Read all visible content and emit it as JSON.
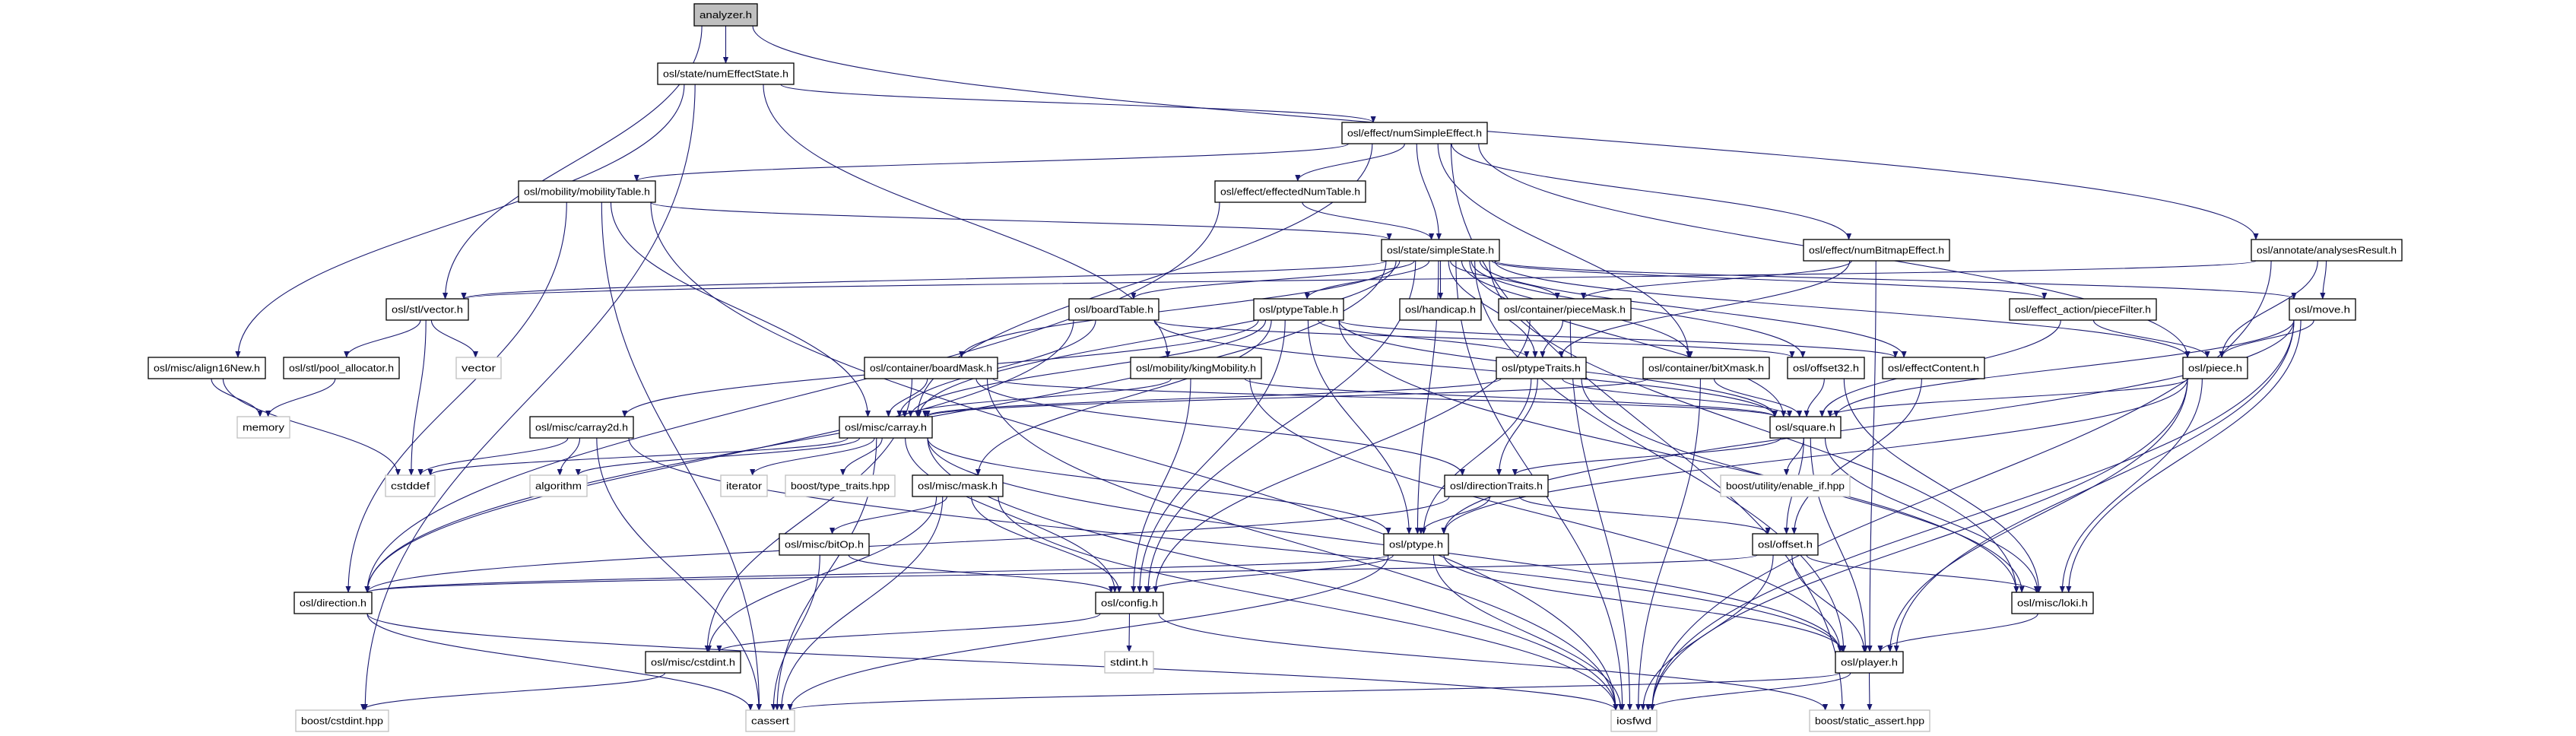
{
  "colors": {
    "edge": "#191970",
    "root_fill": "#bfbfbf",
    "node_fill": "#ffffff",
    "node_border": "#000000",
    "external_border": "#bfbfbf"
  },
  "nodes": [
    {
      "id": "analyzer",
      "label": "analyzer.h",
      "kind": "root"
    },
    {
      "id": "numEffectState",
      "label": "osl/state/numEffectState.h",
      "kind": "file"
    },
    {
      "id": "numSimpleEffect",
      "label": "osl/effect/numSimpleEffect.h",
      "kind": "file"
    },
    {
      "id": "mobilityTable",
      "label": "osl/mobility/mobilityTable.h",
      "kind": "file"
    },
    {
      "id": "effectedNumTable",
      "label": "osl/effect/effectedNumTable.h",
      "kind": "file"
    },
    {
      "id": "simpleState",
      "label": "osl/state/simpleState.h",
      "kind": "file"
    },
    {
      "id": "numBitmapEffect",
      "label": "osl/effect/numBitmapEffect.h",
      "kind": "file"
    },
    {
      "id": "analysesResult",
      "label": "osl/annotate/analysesResult.h",
      "kind": "file"
    },
    {
      "id": "vector_h",
      "label": "osl/stl/vector.h",
      "kind": "file"
    },
    {
      "id": "boardTable",
      "label": "osl/boardTable.h",
      "kind": "file"
    },
    {
      "id": "ptypeTable",
      "label": "osl/ptypeTable.h",
      "kind": "file"
    },
    {
      "id": "handicap",
      "label": "osl/handicap.h",
      "kind": "file"
    },
    {
      "id": "pieceMask",
      "label": "osl/container/pieceMask.h",
      "kind": "file"
    },
    {
      "id": "pieceFilter",
      "label": "osl/effect_action/pieceFilter.h",
      "kind": "file"
    },
    {
      "id": "move",
      "label": "osl/move.h",
      "kind": "file"
    },
    {
      "id": "align16New",
      "label": "osl/misc/align16New.h",
      "kind": "file"
    },
    {
      "id": "pool_allocator",
      "label": "osl/stl/pool_allocator.h",
      "kind": "file"
    },
    {
      "id": "vector",
      "label": "vector",
      "kind": "external"
    },
    {
      "id": "boardMask",
      "label": "osl/container/boardMask.h",
      "kind": "file"
    },
    {
      "id": "kingMobility",
      "label": "osl/mobility/kingMobility.h",
      "kind": "file"
    },
    {
      "id": "ptypeTraits",
      "label": "osl/ptypeTraits.h",
      "kind": "file"
    },
    {
      "id": "bitXmask",
      "label": "osl/container/bitXmask.h",
      "kind": "file"
    },
    {
      "id": "offset32",
      "label": "osl/offset32.h",
      "kind": "file"
    },
    {
      "id": "effectContent",
      "label": "osl/effectContent.h",
      "kind": "file"
    },
    {
      "id": "piece",
      "label": "osl/piece.h",
      "kind": "file"
    },
    {
      "id": "memory",
      "label": "memory",
      "kind": "external"
    },
    {
      "id": "carray2d",
      "label": "osl/misc/carray2d.h",
      "kind": "file"
    },
    {
      "id": "carray",
      "label": "osl/misc/carray.h",
      "kind": "file"
    },
    {
      "id": "square",
      "label": "osl/square.h",
      "kind": "file"
    },
    {
      "id": "cstddef",
      "label": "cstddef",
      "kind": "external"
    },
    {
      "id": "algorithm",
      "label": "algorithm",
      "kind": "external"
    },
    {
      "id": "iterator",
      "label": "iterator",
      "kind": "external"
    },
    {
      "id": "type_traits",
      "label": "boost/type_traits.hpp",
      "kind": "external"
    },
    {
      "id": "mask",
      "label": "osl/misc/mask.h",
      "kind": "file"
    },
    {
      "id": "directionTraits",
      "label": "osl/directionTraits.h",
      "kind": "file"
    },
    {
      "id": "enable_if",
      "label": "boost/utility/enable_if.hpp",
      "kind": "external"
    },
    {
      "id": "bitOp",
      "label": "osl/misc/bitOp.h",
      "kind": "file"
    },
    {
      "id": "ptype",
      "label": "osl/ptype.h",
      "kind": "file"
    },
    {
      "id": "offset",
      "label": "osl/offset.h",
      "kind": "file"
    },
    {
      "id": "direction",
      "label": "osl/direction.h",
      "kind": "file"
    },
    {
      "id": "config",
      "label": "osl/config.h",
      "kind": "file"
    },
    {
      "id": "loki",
      "label": "osl/misc/loki.h",
      "kind": "file"
    },
    {
      "id": "misc_cstdint",
      "label": "osl/misc/cstdint.h",
      "kind": "file"
    },
    {
      "id": "stdint",
      "label": "stdint.h",
      "kind": "external"
    },
    {
      "id": "player",
      "label": "osl/player.h",
      "kind": "file"
    },
    {
      "id": "boost_cstdint",
      "label": "boost/cstdint.hpp",
      "kind": "external"
    },
    {
      "id": "cassert",
      "label": "cassert",
      "kind": "external"
    },
    {
      "id": "iosfwd",
      "label": "iosfwd",
      "kind": "external"
    },
    {
      "id": "static_assert",
      "label": "boost/static_assert.hpp",
      "kind": "external"
    }
  ],
  "edges": [
    [
      "analyzer",
      "numEffectState"
    ],
    [
      "analyzer",
      "vector_h"
    ],
    [
      "analyzer",
      "analysesResult"
    ],
    [
      "numEffectState",
      "numSimpleEffect"
    ],
    [
      "numEffectState",
      "align16New"
    ],
    [
      "numEffectState",
      "boost_cstdint"
    ],
    [
      "numEffectState",
      "kingMobility"
    ],
    [
      "numSimpleEffect",
      "mobilityTable"
    ],
    [
      "numSimpleEffect",
      "effectedNumTable"
    ],
    [
      "numSimpleEffect",
      "simpleState"
    ],
    [
      "numSimpleEffect",
      "numBitmapEffect"
    ],
    [
      "numSimpleEffect",
      "carray"
    ],
    [
      "numSimpleEffect",
      "bitXmask"
    ],
    [
      "numSimpleEffect",
      "piece"
    ],
    [
      "numSimpleEffect",
      "static_assert"
    ],
    [
      "mobilityTable",
      "simpleState"
    ],
    [
      "mobilityTable",
      "direction"
    ],
    [
      "mobilityTable",
      "carray"
    ],
    [
      "mobilityTable",
      "cassert"
    ],
    [
      "mobilityTable",
      "iosfwd"
    ],
    [
      "effectedNumTable",
      "simpleState"
    ],
    [
      "effectedNumTable",
      "direction"
    ],
    [
      "simpleState",
      "boardTable"
    ],
    [
      "simpleState",
      "ptypeTable"
    ],
    [
      "simpleState",
      "handicap"
    ],
    [
      "simpleState",
      "pieceMask"
    ],
    [
      "simpleState",
      "boardMask"
    ],
    [
      "simpleState",
      "ptypeTraits"
    ],
    [
      "simpleState",
      "bitXmask"
    ],
    [
      "simpleState",
      "effectContent"
    ],
    [
      "simpleState",
      "offset32"
    ],
    [
      "simpleState",
      "pieceFilter"
    ],
    [
      "simpleState",
      "move"
    ],
    [
      "simpleState",
      "piece"
    ],
    [
      "simpleState",
      "vector_h"
    ],
    [
      "simpleState",
      "carray"
    ],
    [
      "simpleState",
      "ptype"
    ],
    [
      "simpleState",
      "config"
    ],
    [
      "simpleState",
      "iosfwd"
    ],
    [
      "simpleState",
      "loki"
    ],
    [
      "simpleState",
      "player"
    ],
    [
      "simpleState",
      "direction"
    ],
    [
      "simpleState",
      "square"
    ],
    [
      "boardTable",
      "carray"
    ],
    [
      "boardTable",
      "direction"
    ],
    [
      "boardTable",
      "offset32"
    ],
    [
      "boardTable",
      "square"
    ],
    [
      "ptypeTable",
      "carray"
    ],
    [
      "ptypeTable",
      "ptypeTraits"
    ],
    [
      "ptypeTable",
      "ptype"
    ],
    [
      "ptypeTable",
      "config"
    ],
    [
      "ptypeTable",
      "mask"
    ],
    [
      "ptypeTable",
      "square"
    ],
    [
      "ptypeTable",
      "loki"
    ],
    [
      "ptypeTable",
      "effectContent"
    ],
    [
      "ptypeTable",
      "carray2d"
    ],
    [
      "pieceMask",
      "ptypeTraits"
    ],
    [
      "pieceMask",
      "config"
    ],
    [
      "pieceMask",
      "iosfwd"
    ],
    [
      "boardMask",
      "carray"
    ],
    [
      "boardMask",
      "square"
    ],
    [
      "boardMask",
      "directionTraits"
    ],
    [
      "boardMask",
      "misc_cstdint"
    ],
    [
      "boardMask",
      "iosfwd"
    ],
    [
      "kingMobility",
      "carray"
    ],
    [
      "kingMobility",
      "config"
    ],
    [
      "kingMobility",
      "square"
    ],
    [
      "kingMobility",
      "player"
    ],
    [
      "ptypeTraits",
      "directionTraits"
    ],
    [
      "ptypeTraits",
      "ptype"
    ],
    [
      "ptypeTraits",
      "square"
    ],
    [
      "ptypeTraits",
      "loki"
    ],
    [
      "ptypeTraits",
      "carray"
    ],
    [
      "bitXmask",
      "square"
    ],
    [
      "bitXmask",
      "carray"
    ],
    [
      "bitXmask",
      "iosfwd"
    ],
    [
      "offset32",
      "square"
    ],
    [
      "offset32",
      "loki"
    ],
    [
      "effectContent",
      "offset"
    ],
    [
      "numBitmapEffect",
      "pieceMask"
    ],
    [
      "numBitmapEffect",
      "ptypeTraits"
    ],
    [
      "numBitmapEffect",
      "player"
    ],
    [
      "analysesResult",
      "move"
    ],
    [
      "analysesResult",
      "piece"
    ],
    [
      "analysesResult",
      "vector_h"
    ],
    [
      "analysesResult",
      "iosfwd"
    ],
    [
      "pieceFilter",
      "piece"
    ],
    [
      "pieceFilter",
      "square"
    ],
    [
      "move",
      "piece"
    ],
    [
      "move",
      "square"
    ],
    [
      "move",
      "ptype"
    ],
    [
      "move",
      "player"
    ],
    [
      "move",
      "iosfwd"
    ],
    [
      "move",
      "loki"
    ],
    [
      "piece",
      "square"
    ],
    [
      "piece",
      "ptype"
    ],
    [
      "piece",
      "player"
    ],
    [
      "piece",
      "loki"
    ],
    [
      "piece",
      "iosfwd"
    ],
    [
      "vector_h",
      "pool_allocator"
    ],
    [
      "vector_h",
      "vector"
    ],
    [
      "vector_h",
      "cstddef"
    ],
    [
      "align16New",
      "memory"
    ],
    [
      "align16New",
      "cstddef"
    ],
    [
      "pool_allocator",
      "memory"
    ],
    [
      "carray2d",
      "cstddef"
    ],
    [
      "carray2d",
      "algorithm"
    ],
    [
      "carray2d",
      "cassert"
    ],
    [
      "carray2d",
      "player"
    ],
    [
      "carray",
      "cstddef"
    ],
    [
      "carray",
      "algorithm"
    ],
    [
      "carray",
      "iterator"
    ],
    [
      "carray",
      "type_traits"
    ],
    [
      "carray",
      "config"
    ],
    [
      "carray",
      "ptype"
    ],
    [
      "carray",
      "player"
    ],
    [
      "carray",
      "cassert"
    ],
    [
      "carray",
      "iosfwd"
    ],
    [
      "mask",
      "bitOp"
    ],
    [
      "mask",
      "config"
    ],
    [
      "mask",
      "misc_cstdint"
    ],
    [
      "mask",
      "cassert"
    ],
    [
      "mask",
      "iosfwd"
    ],
    [
      "bitOp",
      "config"
    ],
    [
      "bitOp",
      "cassert"
    ],
    [
      "directionTraits",
      "ptype"
    ],
    [
      "directionTraits",
      "offset"
    ],
    [
      "directionTraits",
      "direction"
    ],
    [
      "ptype",
      "config"
    ],
    [
      "ptype",
      "player"
    ],
    [
      "ptype",
      "iosfwd"
    ],
    [
      "ptype",
      "cassert"
    ],
    [
      "ptype",
      "direction"
    ],
    [
      "square",
      "directionTraits"
    ],
    [
      "square",
      "enable_if"
    ],
    [
      "square",
      "offset"
    ],
    [
      "square",
      "loki"
    ],
    [
      "square",
      "player"
    ],
    [
      "offset",
      "player"
    ],
    [
      "offset",
      "loki"
    ],
    [
      "offset",
      "direction"
    ],
    [
      "offset",
      "iosfwd"
    ],
    [
      "direction",
      "cassert"
    ],
    [
      "direction",
      "iosfwd"
    ],
    [
      "config",
      "misc_cstdint"
    ],
    [
      "config",
      "stdint"
    ],
    [
      "config",
      "static_assert"
    ],
    [
      "misc_cstdint",
      "boost_cstdint"
    ],
    [
      "loki",
      "player"
    ],
    [
      "player",
      "cassert"
    ],
    [
      "player",
      "iosfwd"
    ],
    [
      "player",
      "static_assert"
    ]
  ]
}
